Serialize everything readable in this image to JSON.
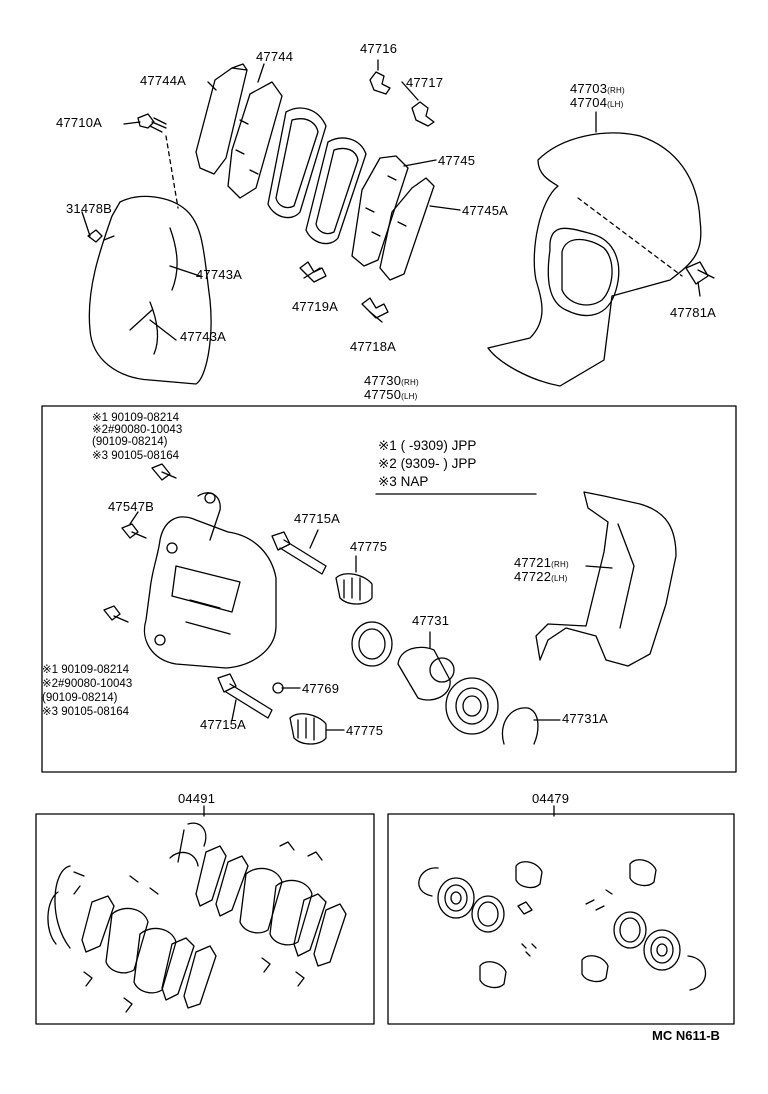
{
  "labels": {
    "p47744": "47744",
    "p47744A": "47744A",
    "p47716": "47716",
    "p47717": "47717",
    "p47710A": "47710A",
    "p31478B": "31478B",
    "p47743A_top": "47743A",
    "p47743A_bottom": "47743A",
    "p47745": "47745",
    "p47745A": "47745A",
    "p47719A": "47719A",
    "p47718A": "47718A",
    "p47703": "47703",
    "p47703_side": "(RH)",
    "p47704": "47704",
    "p47704_side": "(LH)",
    "p47781A": "47781A",
    "p47730": "47730",
    "p47730_side": "(RH)",
    "p47750": "47750",
    "p47750_side": "(LH)",
    "p47547B": "47547B",
    "p47715A_top": "47715A",
    "p47775_top": "47775",
    "p47731": "47731",
    "p47721": "47721",
    "p47721_side": "(RH)",
    "p47722": "47722",
    "p47722_side": "(LH)",
    "p47769": "47769",
    "p47715A_bottom": "47715A",
    "p47775_bottom": "47775",
    "p47731A": "47731A",
    "p04491": "04491",
    "p04479": "04479"
  },
  "bolt_notes_top": [
    "※1  90109-08214",
    "※2#90080-10043",
    "    (90109-08214)",
    "※3  90105-08164"
  ],
  "bolt_notes_bottom": [
    "※1 90109-08214",
    "※2#90080-10043",
    "    (90109-08214)",
    "※3  90105-08164"
  ],
  "legend": [
    {
      "mark": "※1",
      "text": "(        -9309) JPP"
    },
    {
      "mark": "※2",
      "text": "(9309-        ) JPP"
    },
    {
      "mark": "※3",
      "text": "NAP"
    }
  ],
  "diagram_code": "MC  N611-B"
}
